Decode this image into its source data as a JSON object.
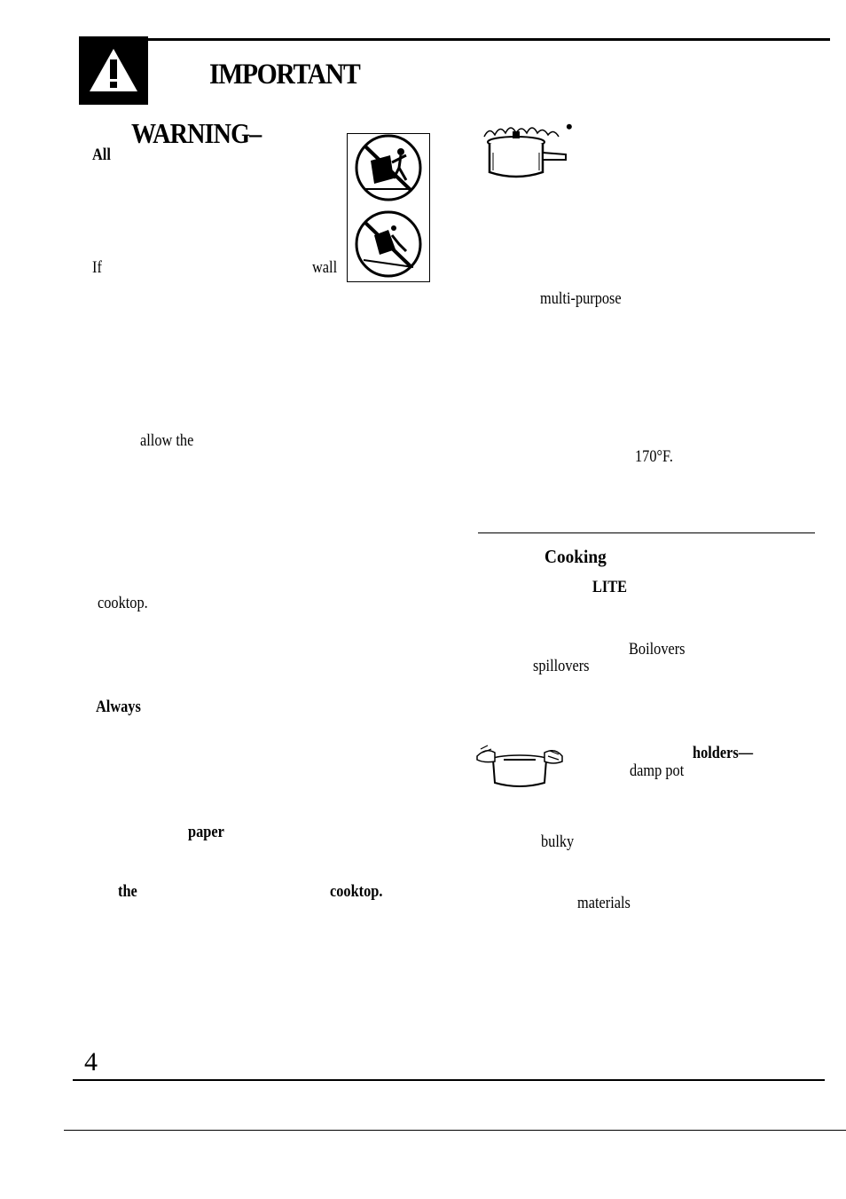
{
  "header": {
    "title": "IMPORTANT"
  },
  "left_column": {
    "warning_heading": "WARNING–",
    "word_all": "All",
    "word_if": "If",
    "word_wall": "wall",
    "word_allow_the": "allow the",
    "word_cooktop": "cooktop.",
    "word_always": "Always",
    "word_paper": "paper",
    "word_the": "the",
    "word_cooktop_bold": "cooktop."
  },
  "right_column": {
    "bullet": "•",
    "word_multipurpose": "multi-purpose",
    "word_170f": "170°F.",
    "cooking_heading": "Cooking",
    "word_lite": "LITE",
    "word_boilovers": "Boilovers",
    "word_spillovers": "spillovers",
    "word_holders": "holders—",
    "word_damp_pot": "damp pot",
    "word_bulky": "bulky",
    "word_materials": "materials"
  },
  "footer": {
    "page_number": "4"
  },
  "icons": {
    "warning_badge": "warning-triangle-icon",
    "tip_over_1": "no-standing-on-door-icon",
    "tip_over_2": "no-tipping-range-icon",
    "pressure_cooker": "pressure-cooker-icon",
    "pot_holders": "pot-with-holders-icon"
  },
  "colors": {
    "ink": "#000000",
    "paper": "#ffffff"
  }
}
